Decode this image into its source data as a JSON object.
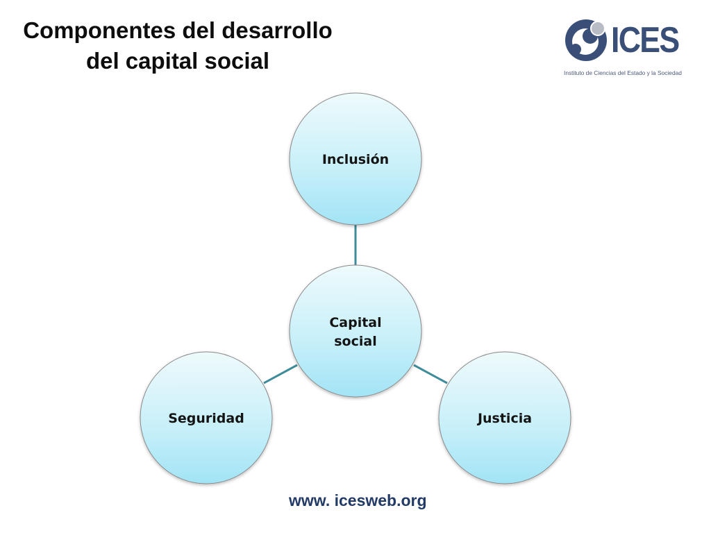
{
  "slide": {
    "title_line1": "Componentes del desarrollo",
    "title_line2": "del capital social"
  },
  "logo": {
    "name": "ICES",
    "subtitle": "Instituto de Ciencias del Estado y la Sociedad",
    "color": "#3a4f78"
  },
  "diagram": {
    "center": {
      "line1": "Capital",
      "line2": "social"
    },
    "top": {
      "label": "Inclusión"
    },
    "left": {
      "label": "Seguridad"
    },
    "right": {
      "label": "Justicia"
    }
  },
  "footer": {
    "url": "www. icesweb.org"
  },
  "colors": {
    "node_fill_top": "#e8f8fb",
    "node_fill_bottom": "#a6e6f7",
    "connector": "#3e8c9a",
    "url": "#223a66"
  }
}
